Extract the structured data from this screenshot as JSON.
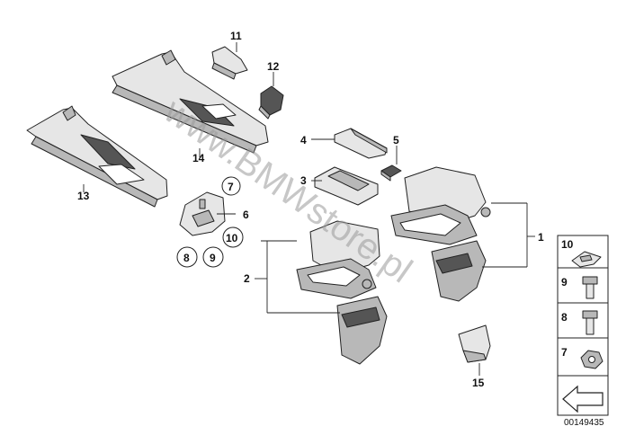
{
  "watermark": "www.BMWstore.pl",
  "doc_id": "00149435",
  "callouts": {
    "c1": "1",
    "c2": "2",
    "c3": "3",
    "c4": "4",
    "c5": "5",
    "c6": "6",
    "c11": "11",
    "c12": "12",
    "c13": "13",
    "c14": "14",
    "c15": "15"
  },
  "circled": {
    "c7": "7",
    "c8": "8",
    "c9": "9",
    "c10": "10"
  },
  "legend": {
    "l10": "10",
    "l9": "9",
    "l8": "8",
    "l7": "7"
  }
}
